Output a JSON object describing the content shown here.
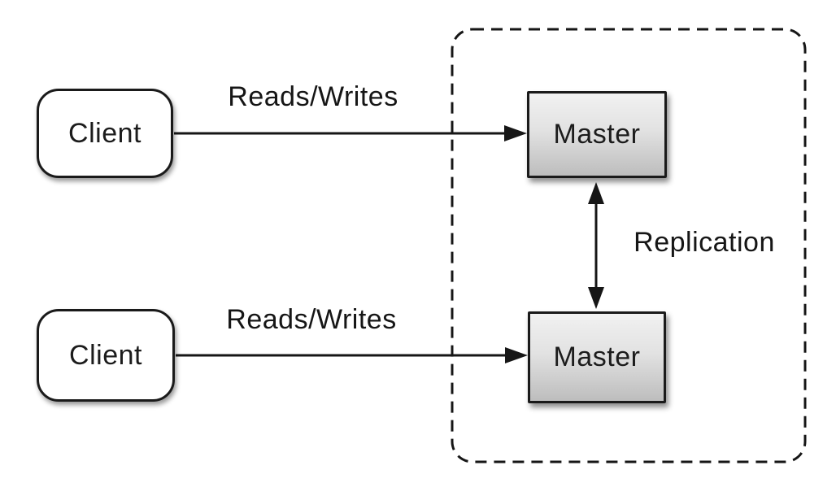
{
  "diagram": {
    "kind": "database-replication-architecture",
    "nodes": {
      "client_top": {
        "label": "Client",
        "shape": "rounded-rect"
      },
      "client_bottom": {
        "label": "Client",
        "shape": "rounded-rect"
      },
      "master_top": {
        "label": "Master",
        "shape": "rect"
      },
      "master_bottom": {
        "label": "Master",
        "shape": "rect"
      }
    },
    "edges": {
      "client_top_to_master_top": {
        "label": "Reads/Writes",
        "direction": "right"
      },
      "client_bottom_to_master_bottom": {
        "label": "Reads/Writes",
        "direction": "right"
      },
      "master_to_master": {
        "label": "Replication",
        "direction": "both"
      }
    },
    "container": {
      "style": "dashed-rounded-rect",
      "contains": [
        "master_top",
        "master_bottom"
      ]
    },
    "colors": {
      "background": "#ffffff",
      "stroke": "#1a1a1a",
      "client_fill": "#ffffff",
      "master_fill_top": "#f1f1f1",
      "master_fill_bottom": "#bdbdbd",
      "text": "#161616"
    }
  }
}
